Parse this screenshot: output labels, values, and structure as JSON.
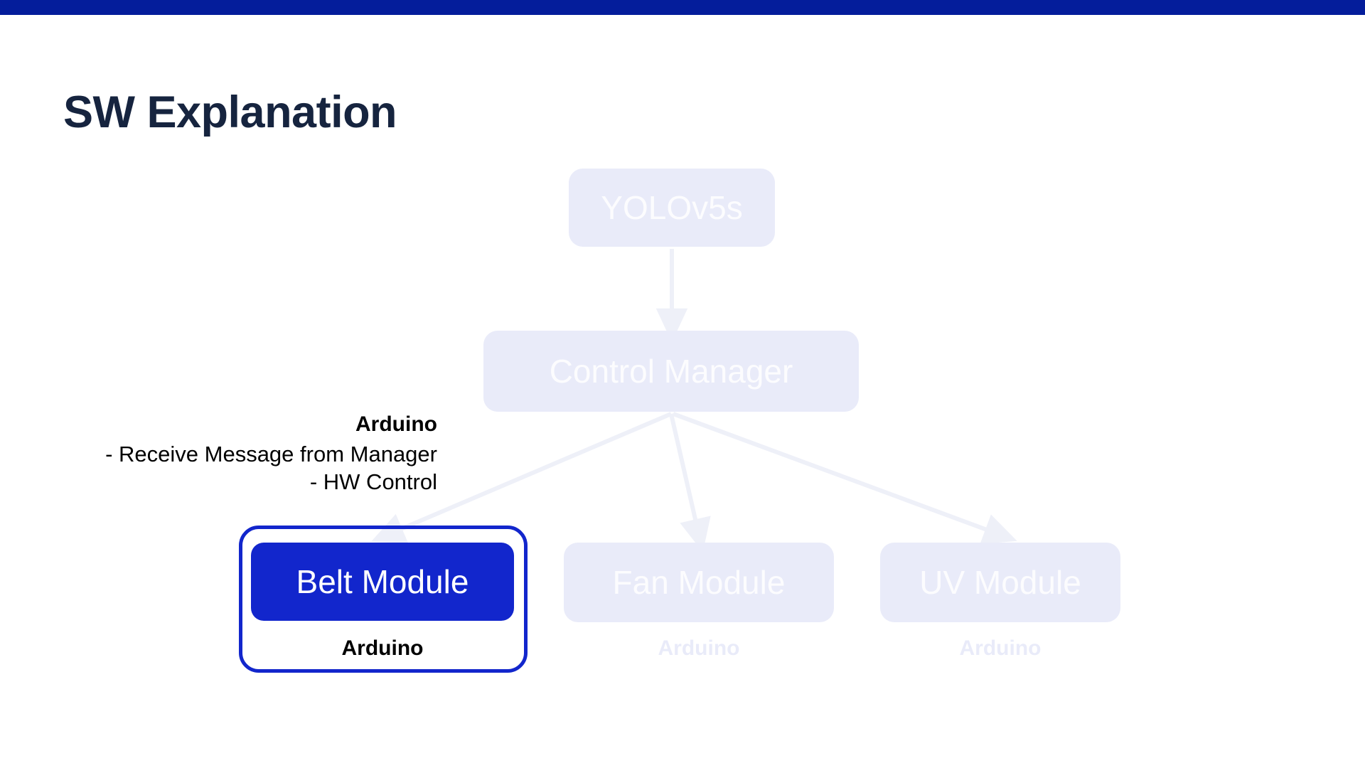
{
  "slide": {
    "title": "SW Explanation",
    "accent_bar_color": "#041D9B",
    "title_color": "#16243F",
    "background_color": "#FFFFFF"
  },
  "theme": {
    "active_blue": "#1226CC",
    "dim_lavender": "#E9EBF9",
    "dim_text": "#FCFCFE",
    "body_text": "#000000"
  },
  "annotation": {
    "heading": "Arduino",
    "lines": [
      "-  Receive Message from Manager",
      "-  HW Control"
    ]
  },
  "diagram": {
    "type": "flowchart",
    "nodes": [
      {
        "id": "yolo",
        "label": "YOLOv5s",
        "state": "dim",
        "caption": null
      },
      {
        "id": "control",
        "label": "Control Manager",
        "state": "dim",
        "caption": null
      },
      {
        "id": "belt",
        "label": "Belt Module",
        "state": "active",
        "caption": "Arduino"
      },
      {
        "id": "fan",
        "label": "Fan Module",
        "state": "dim",
        "caption": "Arduino"
      },
      {
        "id": "uv",
        "label": "UV Module",
        "state": "dim",
        "caption": "Arduino"
      }
    ],
    "edges": [
      {
        "from": "yolo",
        "to": "control"
      },
      {
        "from": "control",
        "to": "belt"
      },
      {
        "from": "control",
        "to": "fan"
      },
      {
        "from": "control",
        "to": "uv"
      }
    ],
    "edge_color": "#EEF0F8",
    "highlighted_node": "belt"
  }
}
